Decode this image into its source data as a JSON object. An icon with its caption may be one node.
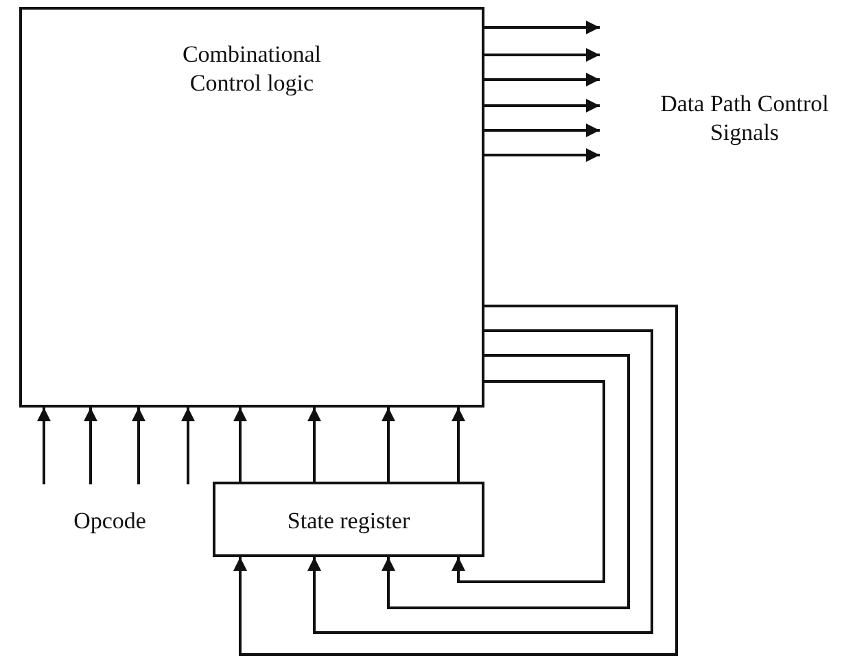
{
  "diagram": {
    "nodes": [
      {
        "text": [
          "Combinational Control logic"
        ]
      },
      {
        "text": [
          "State register"
        ]
      }
    ],
    "edges": [
      {
        "from": 0,
        "to": null,
        "arrow": "to"
      },
      {
        "from": 0,
        "to": null,
        "arrow": "to"
      },
      {
        "from": 0,
        "to": null,
        "arrow": "to"
      },
      {
        "from": 0,
        "to": null,
        "arrow": "to"
      },
      {
        "from": 0,
        "to": null,
        "arrow": "to"
      },
      {
        "from": 0,
        "to": null,
        "arrow": "to"
      },
      {
        "from": null,
        "to": 0,
        "arrow": "to"
      },
      {
        "from": null,
        "to": 0,
        "arrow": "to"
      },
      {
        "from": null,
        "to": 0,
        "arrow": "to"
      },
      {
        "from": null,
        "to": 0,
        "arrow": "to"
      },
      {
        "from": 1,
        "to": 0,
        "arrow": "to"
      },
      {
        "from": 1,
        "to": 0,
        "arrow": "to"
      },
      {
        "from": 1,
        "to": 0,
        "arrow": "to"
      },
      {
        "from": 1,
        "to": 0,
        "arrow": "to"
      },
      {
        "from": 0,
        "to": 1,
        "arrow": "to"
      },
      {
        "from": 0,
        "to": 1,
        "arrow": "to"
      },
      {
        "from": 0,
        "to": 1,
        "arrow": "to"
      },
      {
        "from": 0,
        "to": 1,
        "arrow": "to"
      }
    ],
    "labels": [
      "Data Path Control Signals",
      "Opcode"
    ]
  }
}
